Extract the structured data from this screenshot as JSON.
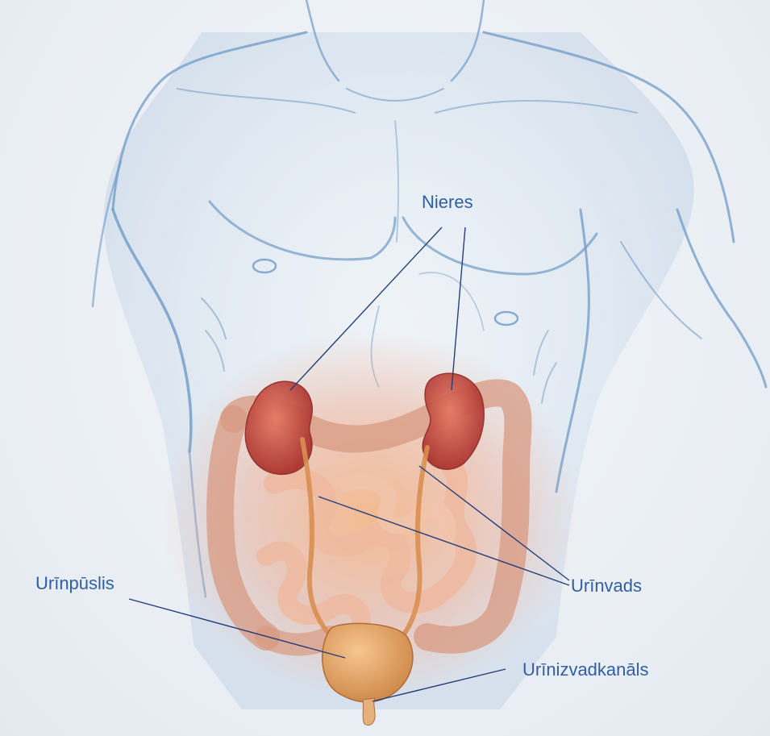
{
  "labels": {
    "kidneys": "Nieres",
    "ureter": "Urīnvads",
    "bladder": "Urīnpūslis",
    "urethra": "Urīnizvadkanāls"
  },
  "colors": {
    "label_text": "#2e5fa3",
    "leader_line": "#23407a",
    "sketch": "#6f9bc6",
    "kidney": "#c2443a",
    "intestine": "#e9b39a",
    "bladder": "#e2a061"
  }
}
